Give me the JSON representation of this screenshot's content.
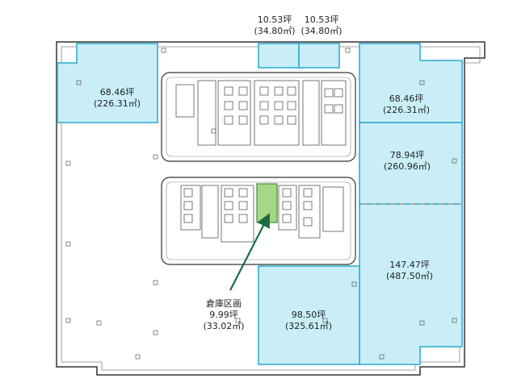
{
  "colors": {
    "unit_fill": "#c9eef8",
    "unit_stroke": "#29a8cc",
    "storage_fill": "#a6d786",
    "storage_stroke": "#3e8e3e",
    "arrow": "#1d6b45",
    "wall": "#333333",
    "divider_dashed": "#aaaaaa"
  },
  "units": [
    {
      "id": "top-small-1",
      "tsubo": "10.53坪",
      "sqm": "(34.80㎡)"
    },
    {
      "id": "top-small-2",
      "tsubo": "10.53坪",
      "sqm": "(34.80㎡)"
    },
    {
      "id": "top-left",
      "tsubo": "68.46坪",
      "sqm": "(226.31㎡)"
    },
    {
      "id": "top-right",
      "tsubo": "68.46坪",
      "sqm": "(226.31㎡)"
    },
    {
      "id": "right-middle",
      "tsubo": "78.94坪",
      "sqm": "(260.96㎡)"
    },
    {
      "id": "right-lower",
      "tsubo": "147.47坪",
      "sqm": "(487.50㎡)"
    },
    {
      "id": "bottom-center",
      "tsubo": "98.50坪",
      "sqm": "(325.61㎡)"
    }
  ],
  "storage": {
    "title": "倉庫区画",
    "tsubo": "9.99坪",
    "sqm": "(33.02㎡)"
  }
}
